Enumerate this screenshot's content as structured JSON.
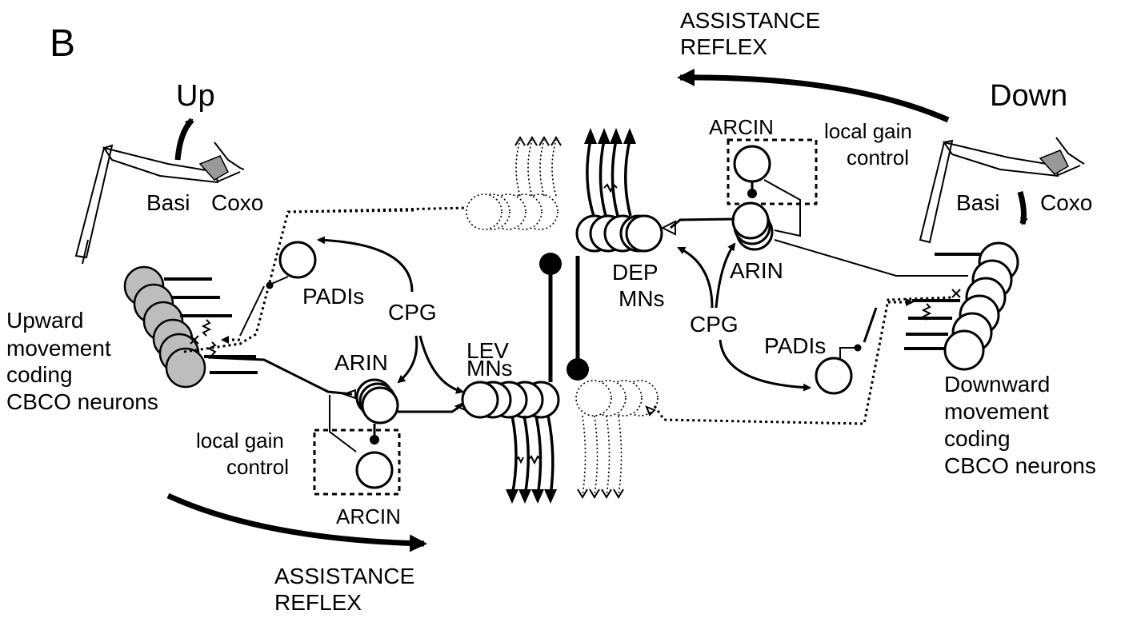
{
  "panel_label": "B",
  "left": {
    "direction": "Up",
    "joint_labels": [
      "Basi",
      "Coxo"
    ],
    "sensory_neurons": [
      "Upward",
      "movement",
      "coding",
      "CBCO neurons"
    ],
    "padi_label": "PADIs",
    "cpg_label": "CPG",
    "arin_label": "ARIN",
    "gain_control": [
      "local gain",
      "control"
    ],
    "arcin_label": "ARCIN",
    "motor_neurons": [
      "LEV",
      "MNs"
    ],
    "reflex": [
      "ASSISTANCE",
      "REFLEX"
    ]
  },
  "right": {
    "direction": "Down",
    "joint_labels": [
      "Basi",
      "Coxo"
    ],
    "sensory_neurons": [
      "Downward",
      "movement",
      "coding",
      "CBCO neurons"
    ],
    "padi_label": "PADIs",
    "cpg_label": "CPG",
    "arin_label": "ARIN",
    "gain_control": [
      "local gain",
      "control"
    ],
    "arcin_label": "ARCIN",
    "motor_neurons": [
      "DEP",
      "MNs"
    ],
    "reflex": [
      "ASSISTANCE",
      "REFLEX"
    ]
  }
}
